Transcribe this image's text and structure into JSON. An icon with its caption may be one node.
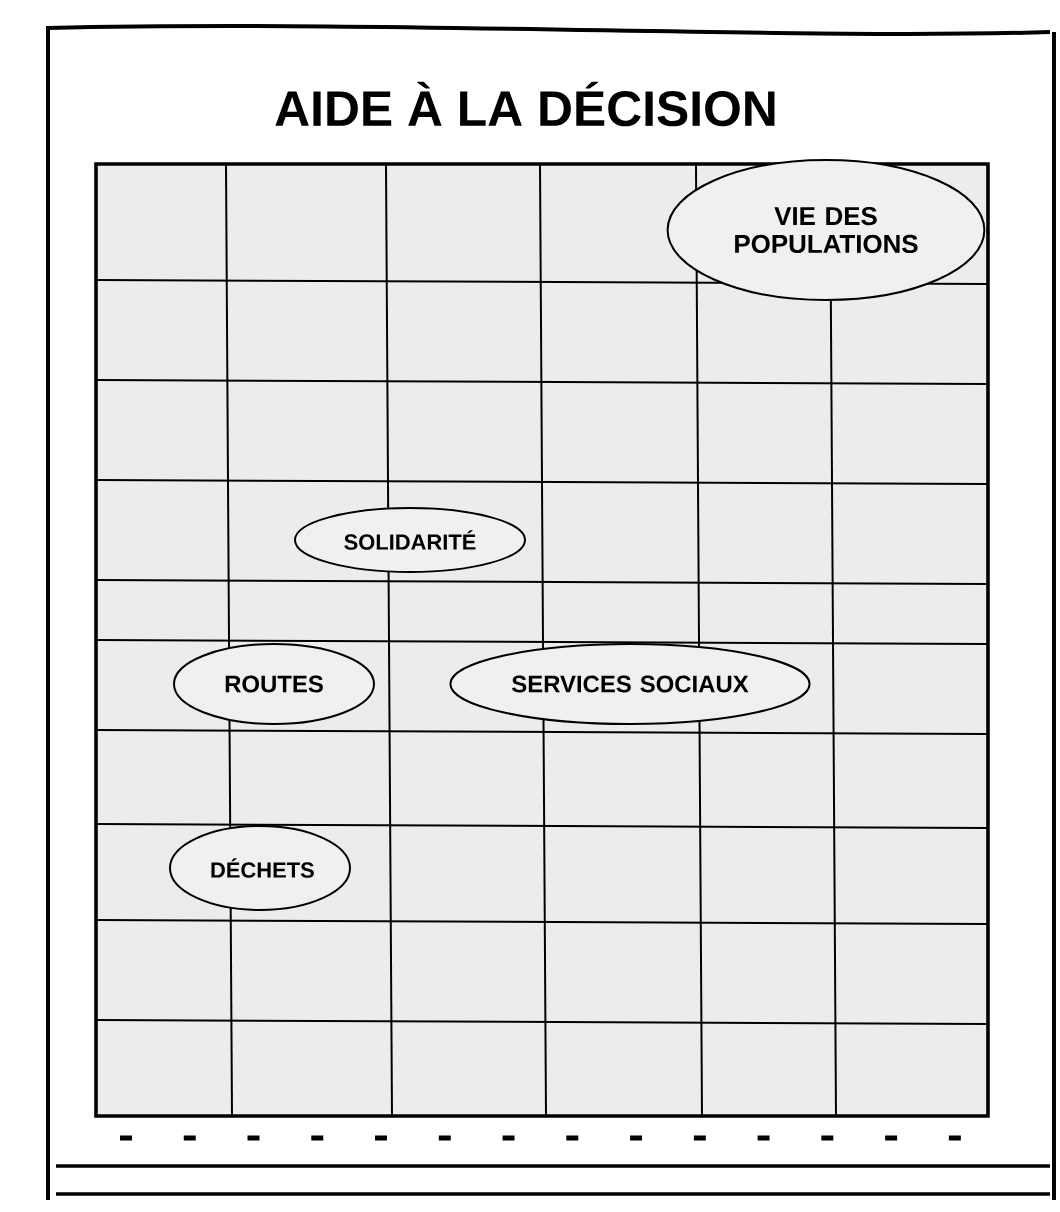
{
  "diagram": {
    "title": "AIDE À LA DÉCISION",
    "nodes": [
      {
        "text": [
          "VIE DES POPULATIONS"
        ]
      },
      {
        "text": [
          "SOLIDARITÉ"
        ]
      },
      {
        "text": [
          "ROUTES"
        ]
      },
      {
        "text": [
          "SERVICES SOCIAUX"
        ]
      },
      {
        "text": [
          "DÉCHETS"
        ]
      }
    ]
  }
}
